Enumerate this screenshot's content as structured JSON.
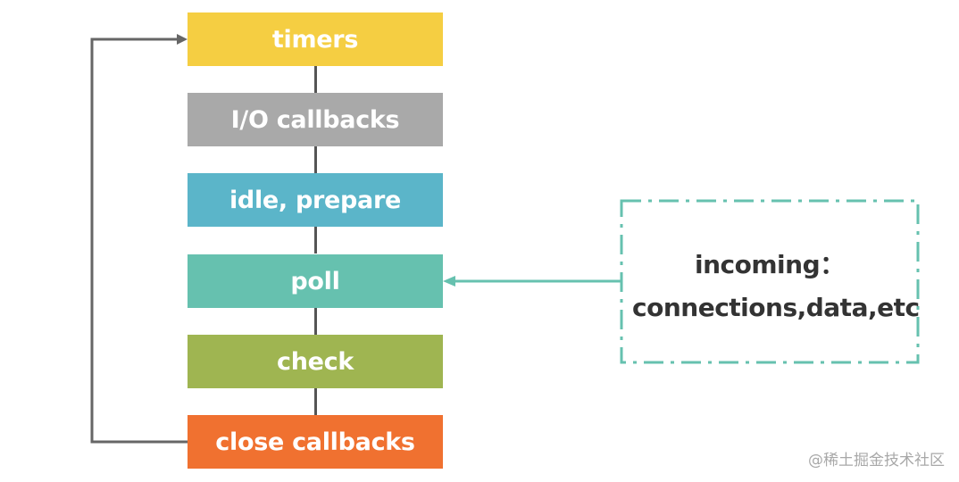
{
  "phases": [
    {
      "label": "timers",
      "color": "#F5CE42"
    },
    {
      "label": "I/O callbacks",
      "color": "#A9A9A9"
    },
    {
      "label": "idle, prepare",
      "color": "#5BB5C9"
    },
    {
      "label": "poll",
      "color": "#66C1AF"
    },
    {
      "label": "check",
      "color": "#9FB551"
    },
    {
      "label": "close callbacks",
      "color": "#F07130"
    }
  ],
  "incoming": {
    "line1": "incoming：",
    "line2": "connections,data,etc",
    "border_color": "#66C1AF"
  },
  "loop_arrow_color": "#666666",
  "watermark": "@稀土掘金技术社区"
}
